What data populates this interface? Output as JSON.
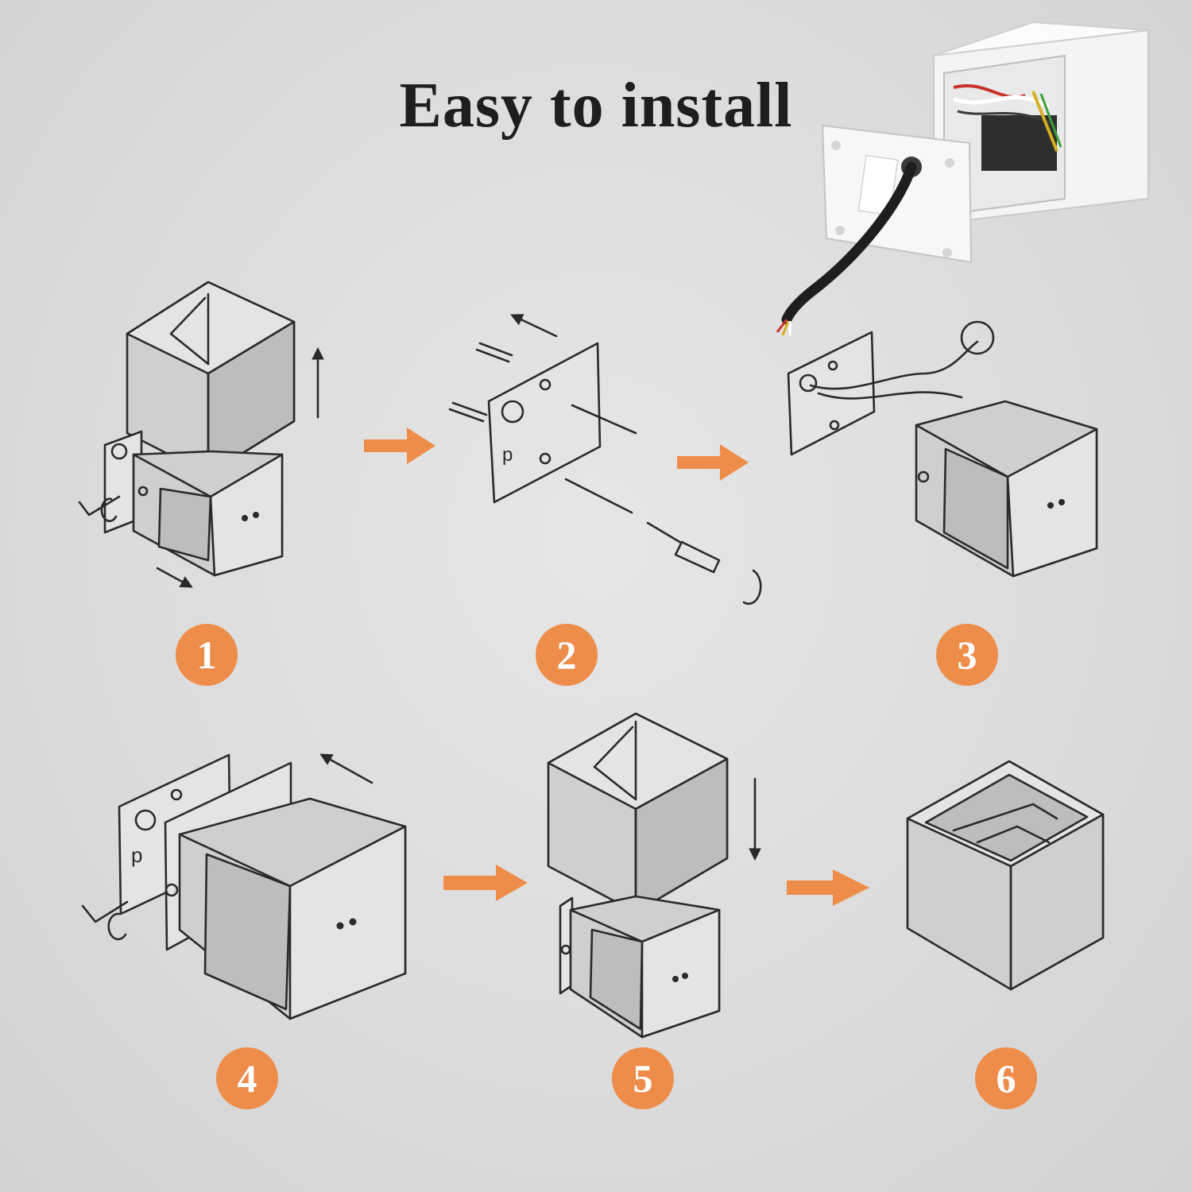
{
  "title": "Easy to install",
  "steps": [
    {
      "number": "1"
    },
    {
      "number": "2"
    },
    {
      "number": "3"
    },
    {
      "number": "4"
    },
    {
      "number": "5"
    },
    {
      "number": "6"
    }
  ],
  "colors": {
    "accent": "#ee8c4a",
    "background": "#dcdcdc",
    "line": "#2a2a2a"
  }
}
